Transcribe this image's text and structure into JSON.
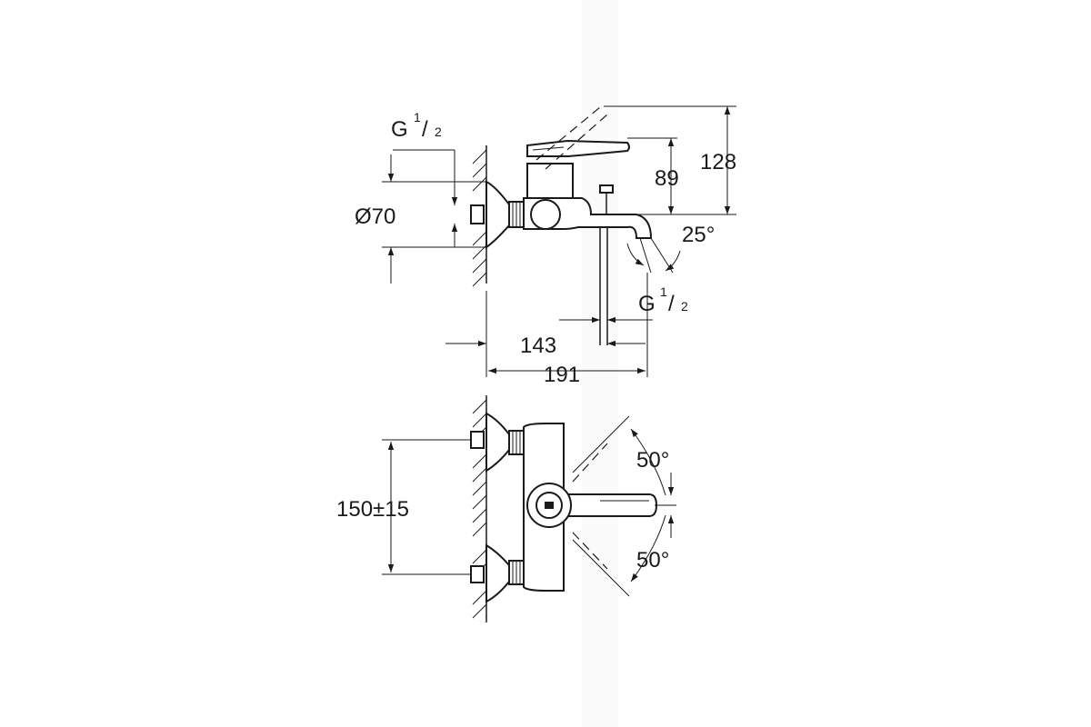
{
  "labels": {
    "g_left": "G",
    "g_left_frac_num": "1",
    "g_left_frac_den": "2",
    "diameter": "Ø70",
    "dim_89": "89",
    "dim_128": "128",
    "angle_25": "25°",
    "g_right": "G",
    "g_right_frac_num": "1",
    "g_right_frac_den": "2",
    "dim_143": "143",
    "dim_191": "191",
    "dim_150": "150±15",
    "angle_50_top": "50°",
    "angle_50_bottom": "50°"
  }
}
